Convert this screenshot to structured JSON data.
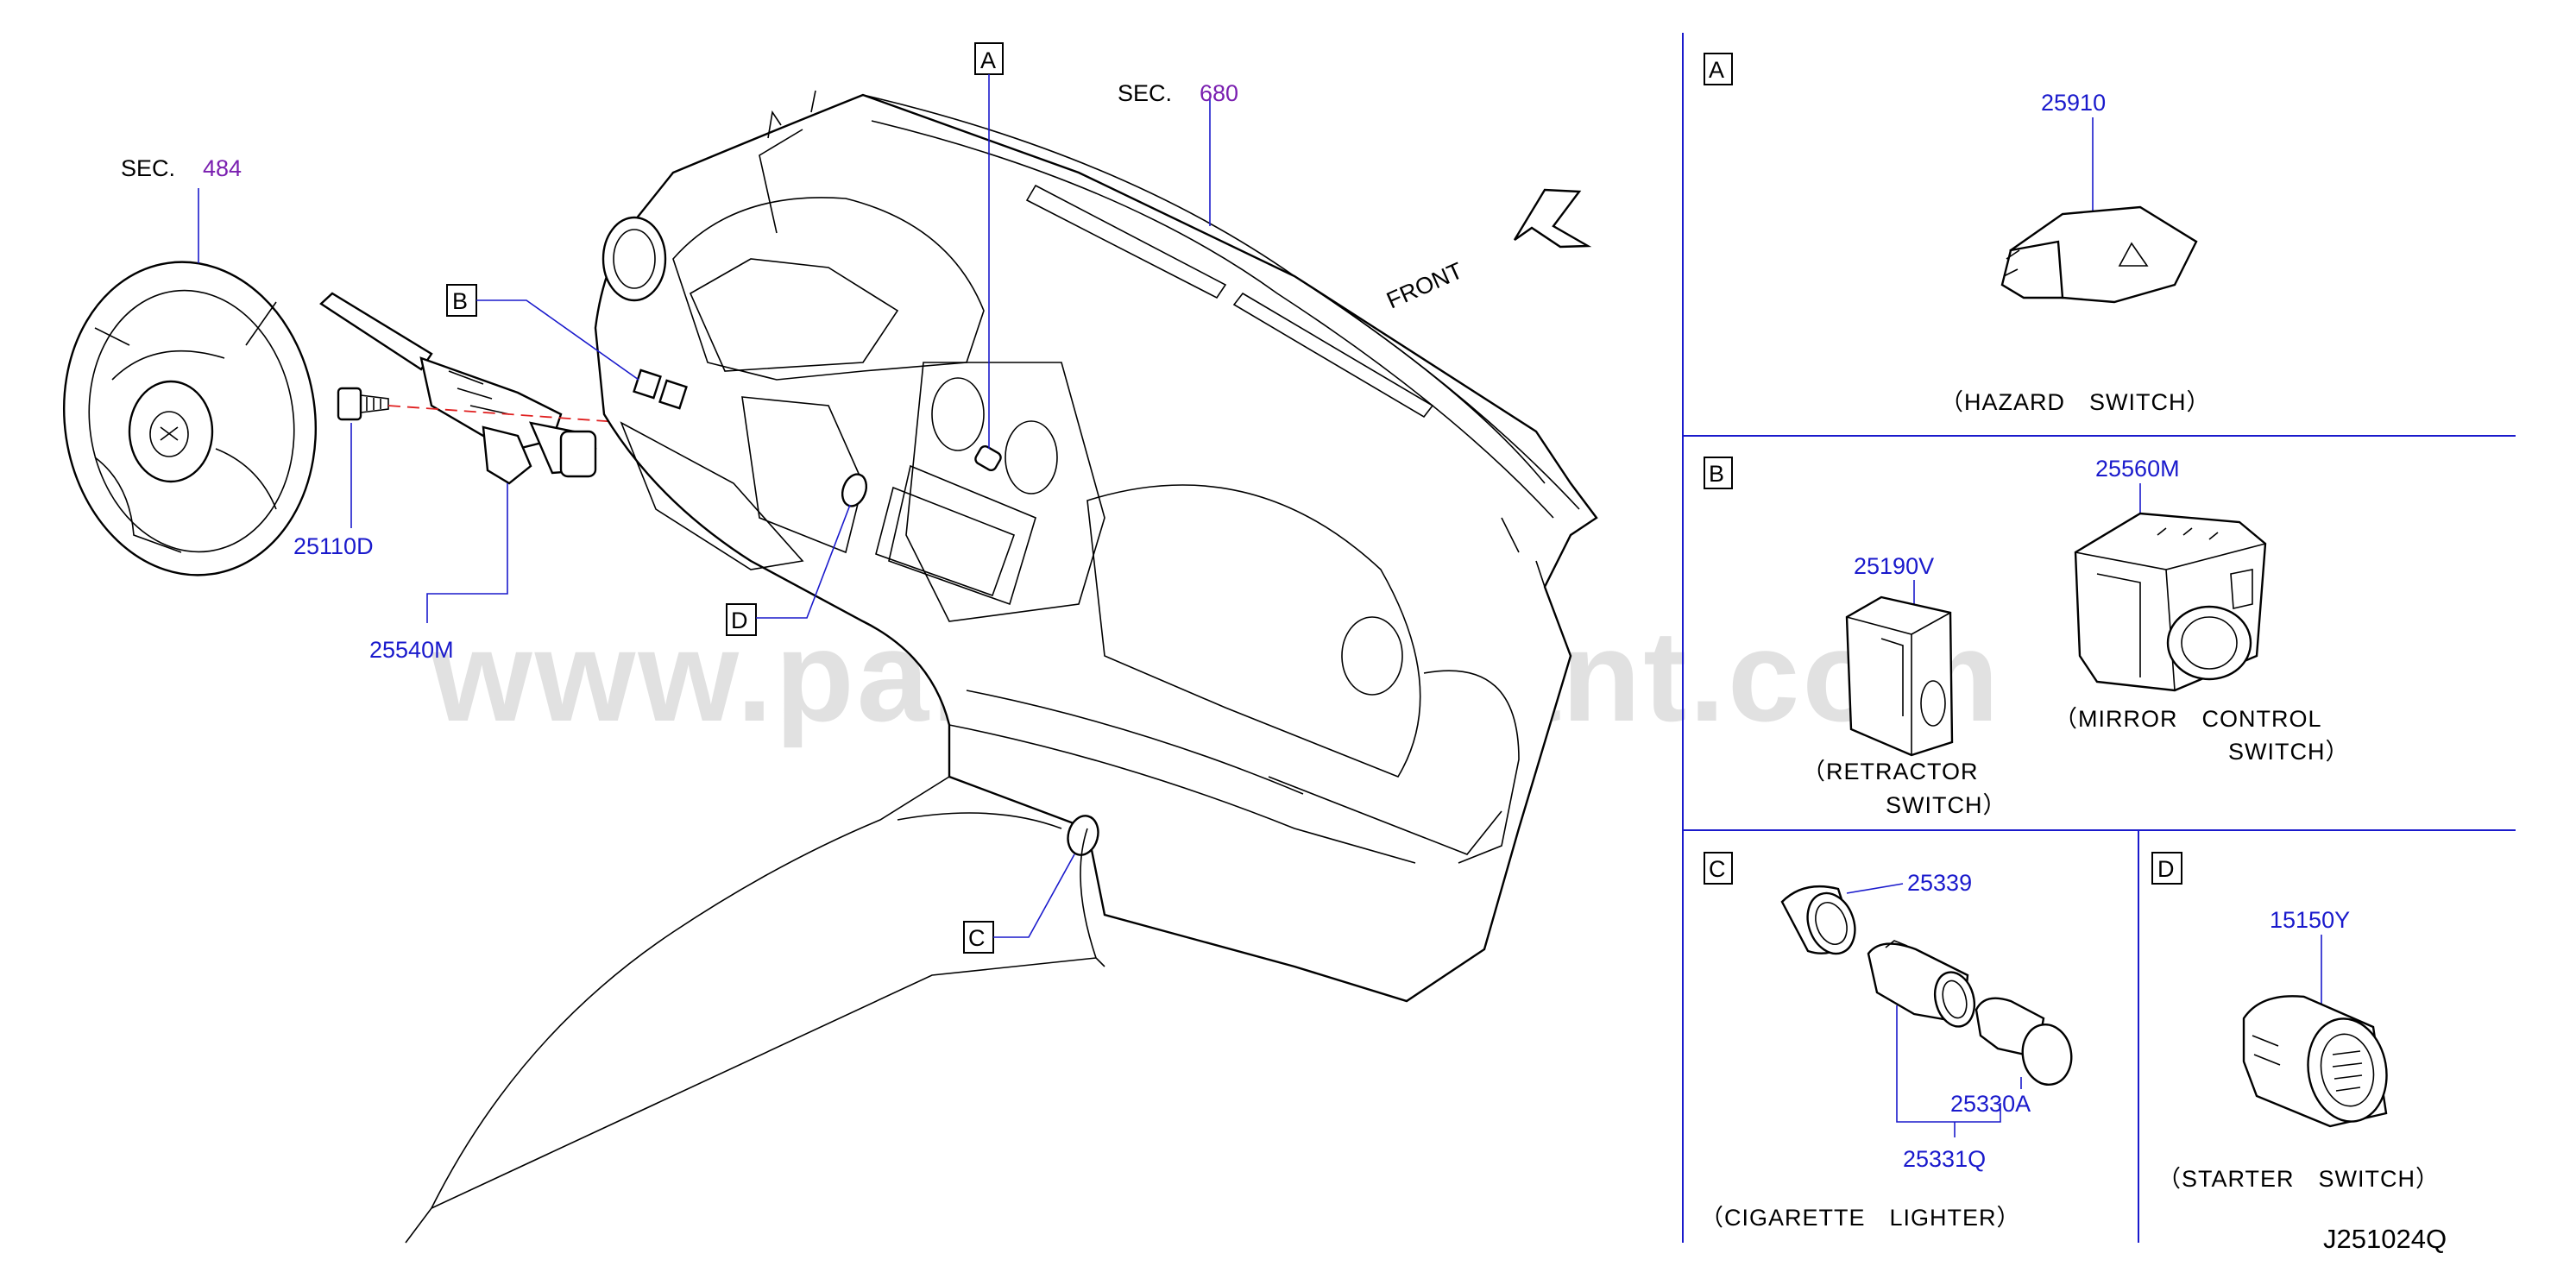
{
  "diagram": {
    "drawing_id": "J251024Q",
    "front_label": "FRONT",
    "watermark": "www.partsassistant.com",
    "sections": [
      {
        "prefix": "SEC.",
        "number": "484"
      },
      {
        "prefix": "SEC.",
        "number": "680"
      }
    ],
    "callouts": [
      "A",
      "B",
      "C",
      "D"
    ],
    "main_parts": [
      "25110D",
      "25540M"
    ],
    "panels": {
      "A": {
        "letter": "A",
        "parts": [
          "25910"
        ],
        "caption": [
          "（HAZARD　SWITCH）"
        ]
      },
      "B": {
        "letter": "B",
        "parts": [
          "25560M",
          "25190V"
        ],
        "caption_retractor": [
          "（RETRACTOR",
          "SWITCH）"
        ],
        "caption_mirror": [
          "（MIRROR　CONTROL",
          "SWITCH）"
        ]
      },
      "C": {
        "letter": "C",
        "parts": [
          "25339",
          "25330A",
          "25331Q"
        ],
        "caption": [
          "（CIGARETTE　LIGHTER）"
        ]
      },
      "D": {
        "letter": "D",
        "parts": [
          "15150Y"
        ],
        "caption": [
          "（STARTER　SWITCH）"
        ]
      }
    },
    "colors": {
      "line": "#000000",
      "part_number": "#1a1acc",
      "section_number": "#7a1fb0",
      "leader_red": "#e02020"
    }
  }
}
